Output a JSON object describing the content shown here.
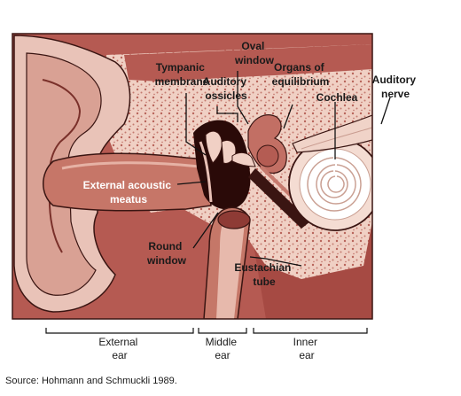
{
  "labels": {
    "oval_window": [
      "Oval",
      "window"
    ],
    "tympanic_membrane": [
      "Tympanic",
      "membrane"
    ],
    "auditory_ossicles": [
      "Auditory",
      "ossicles"
    ],
    "organs_of_equilibrium": [
      "Organs of",
      "equilibrium"
    ],
    "auditory_nerve": [
      "Auditory",
      "nerve"
    ],
    "cochlea": [
      "Cochlea"
    ],
    "external_acoustic_meatus": [
      "External acoustic",
      "meatus"
    ],
    "round_window": [
      "Round",
      "window"
    ],
    "eustachian_tube": [
      "Eustachian",
      "tube"
    ]
  },
  "regions": {
    "external_ear": [
      "External",
      "ear"
    ],
    "middle_ear": [
      "Middle",
      "ear"
    ],
    "inner_ear": [
      "Inner",
      "ear"
    ]
  },
  "source": "Source: Hohmann and Schmuckli 1989.",
  "colors": {
    "tissue": "#b95d55",
    "tissue_dark": "#8e3b35",
    "tissue_light": "#e7bdb2",
    "bone": "#f1d3c8",
    "canal": "#c77b6f",
    "outline": "#3a1512",
    "cavity": "#2a0a08"
  }
}
